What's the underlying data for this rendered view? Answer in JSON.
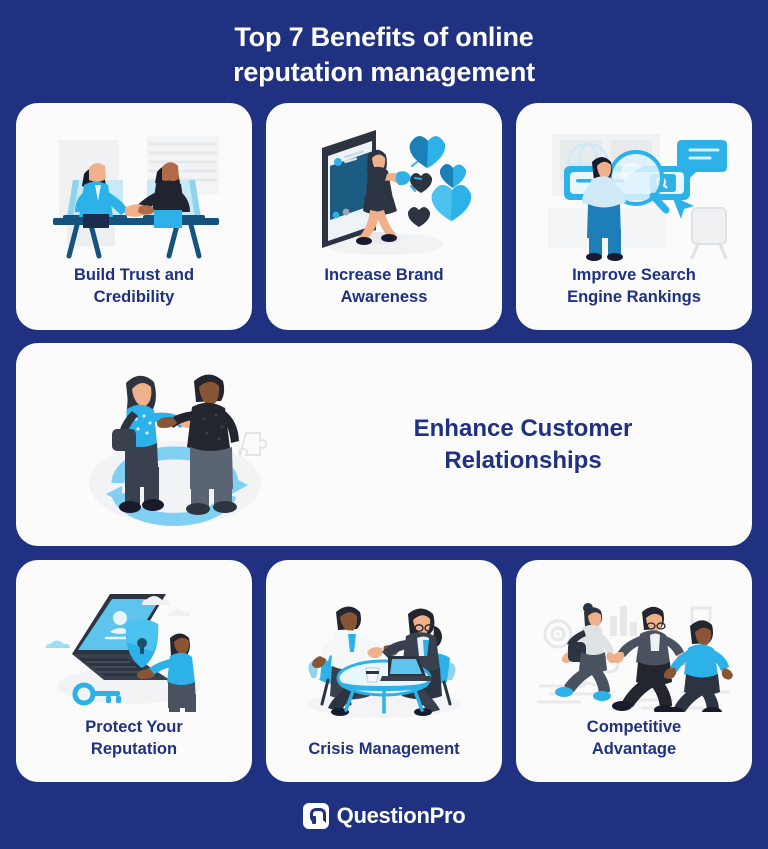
{
  "background_color": "#1f3180",
  "card_color": "#fbfbfc",
  "accent_color": "#1f3180",
  "illustration_blue": "#2cb2e8",
  "header": {
    "title_line_1": "Top 7 Benefits of online",
    "title_line_2": "reputation management"
  },
  "benefits_top": [
    {
      "label_line_1": "Build Trust and",
      "label_line_2": "Credibility",
      "illustration": "handshake-laptops-illustration"
    },
    {
      "label_line_1": "Increase Brand",
      "label_line_2": "Awareness",
      "illustration": "phone-social-likes-illustration"
    },
    {
      "label_line_1": "Improve Search",
      "label_line_2": "Engine Rankings",
      "illustration": "search-magnifier-illustration"
    }
  ],
  "benefit_featured": {
    "label_line_1": "Enhance Customer",
    "label_line_2": "Relationships",
    "illustration": "two-people-greeting-illustration"
  },
  "benefits_bottom": [
    {
      "label_line_1": "Protect Your",
      "label_line_2": "Reputation",
      "illustration": "laptop-shield-key-illustration"
    },
    {
      "label_line_1": "Crisis Management",
      "label_line_2": "",
      "illustration": "meeting-table-illustration"
    },
    {
      "label_line_1": "Competitive",
      "label_line_2": "Advantage",
      "illustration": "people-racing-illustration"
    }
  ],
  "footer": {
    "brand_name": "QuestionPro",
    "logo_icon": "questionpro-p-mark-icon"
  }
}
